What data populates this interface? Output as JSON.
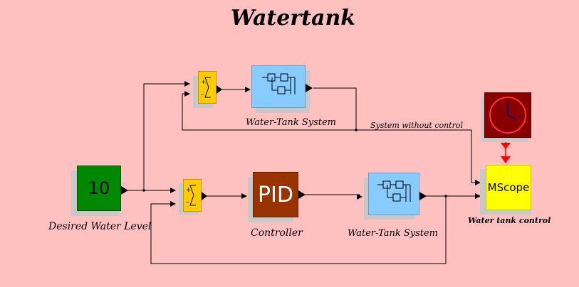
{
  "diagram": {
    "title": "Watertank",
    "blocks": {
      "constant": {
        "value": "10",
        "label": "Desired Water Level",
        "color": "#008800"
      },
      "sum_top": {
        "symbol": "Σ",
        "plus": "+",
        "minus": "–",
        "color": "#ffcc00"
      },
      "sum_bottom": {
        "symbol": "Σ",
        "plus": "+",
        "minus": "–",
        "color": "#ffcc00"
      },
      "tank_top": {
        "label": "Water-Tank System",
        "color": "#88ccff"
      },
      "tank_bottom": {
        "label": "Water-Tank System",
        "color": "#88ccff"
      },
      "pid": {
        "text": "PID",
        "label": "Controller",
        "color": "#993300"
      },
      "clock": {
        "color": "#880000"
      },
      "scope": {
        "text": "MScope",
        "label": "Water tank control",
        "color": "#ffff00"
      }
    },
    "annotations": {
      "no_control": "System without control"
    }
  }
}
